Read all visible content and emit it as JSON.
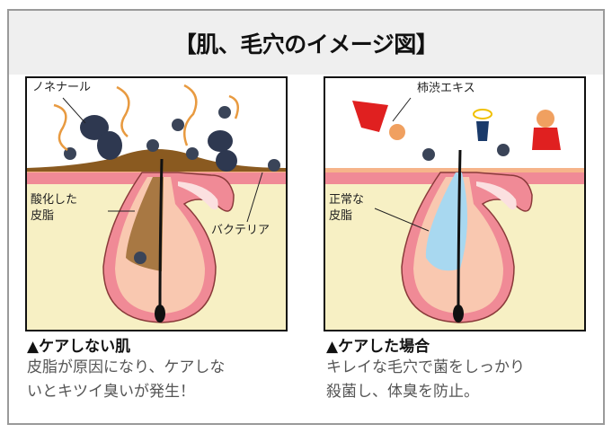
{
  "title": "【肌、毛穴のイメージ図】",
  "left_panel": {
    "labels": {
      "nonenal": "ノネナール",
      "oxidized_sebum_1": "酸化した",
      "oxidized_sebum_2": "皮脂",
      "bacteria": "バクテリア"
    },
    "caption": "▲ケアしない肌",
    "description_1": "皮脂が原因になり、ケアしな",
    "description_2": "いとキツイ臭いが発生！"
  },
  "right_panel": {
    "labels": {
      "persimmon": "柿渋エキス",
      "normal_sebum_1": "正常な",
      "normal_sebum_2": "皮脂"
    },
    "caption": "▲ケアした場合",
    "description_1": "キレイな毛穴で菌をしっかり",
    "description_2": "殺菌し、体臭を防止。"
  },
  "colors": {
    "skin": "#f7f0c4",
    "epidermis": "#f08a96",
    "sebum_dirty": "#8a5a20",
    "sebum_clean": "#a8d8f0",
    "bacteria": "#3a4458"
  }
}
